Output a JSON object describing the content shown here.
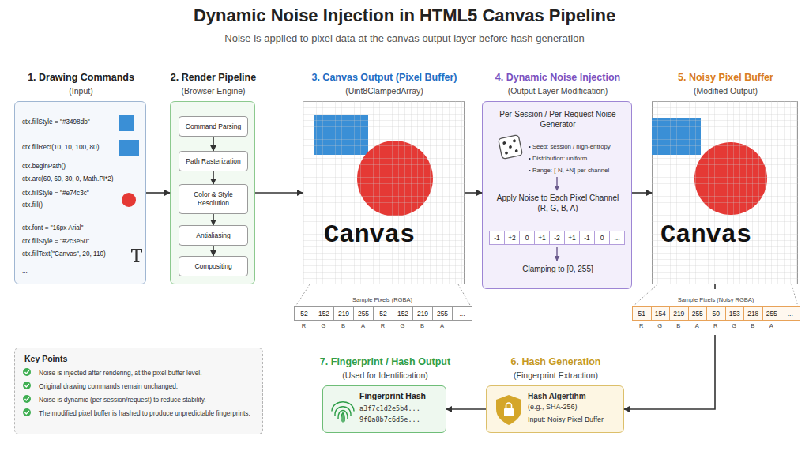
{
  "diagram": {
    "title": "Dynamic Noise Injection in HTML5 Canvas Pipeline",
    "caption": "Noise is applied to pixel data at the canvas output layer before hash generation",
    "nodes": [
      {
        "text": [
          "1. Drawing Commands",
          "(Input)",
          "ctx.fillStyle = \"#3498db\"",
          "ctx.fillRect(10, 10, 100, 80)",
          "ctx.beginPath()",
          "ctx.arc(60, 60, 30, 0, Math.PI*2)",
          "ctx.fillStyle = \"#e74c3c\"",
          "ctx.fill()",
          "ctx.font = \"16px Arial\"",
          "ctx.fillStyle = \"#2c3e50\"",
          "ctx.fillText(\"Canvas\", 20, 110)",
          "..."
        ]
      },
      {
        "text": [
          "2. Render Pipeline",
          "(Browser Engine)"
        ]
      },
      {
        "text": [
          "Command Parsing"
        ],
        "in": 1
      },
      {
        "text": [
          "Path Rasterization"
        ],
        "in": 1
      },
      {
        "text": [
          "Color & Style Resolution"
        ],
        "in": 1
      },
      {
        "text": [
          "Antialiasing"
        ],
        "in": 1
      },
      {
        "text": [
          "Compositing"
        ],
        "in": 1
      },
      {
        "text": [
          "3. Canvas Output (Pixel Buffer)",
          "(Uint8ClampedArray)",
          "Canvas"
        ]
      },
      {
        "text": [
          "4. Dynamic Noise Injection",
          "(Output Layer Modification)",
          "Per-Session / Per-Request Noise Generator",
          "• Seed: session / high-entropy",
          "• Distribution: uniform",
          "• Range: [-N, +N] per channel",
          "Apply Noise to Each Pixel Channel (R, G, B, A)",
          "Clamping to [0, 255]"
        ]
      },
      {
        "text": [
          "5. Noisy Pixel Buffer",
          "(Modified Output)",
          "Canvas"
        ]
      },
      {
        "text": [
          "6. Hash Generation",
          "(Fingerprint Extraction)",
          "Hash Algertihm",
          "(e.g., SHA-256)",
          "Input: Noisy Pixel Buffer"
        ]
      },
      {
        "text": [
          "7. Fingerprint / Hash Output",
          "(Used for Identification)",
          "Fingerprint Hash",
          "a3f7c1d2e5b4... 9f0a8b7c6d5e..."
        ]
      },
      {
        "text": [
          "Key Points",
          "Noise is injected after rendering, at the pixel buffer level.",
          "Original drawing commands remain unchanged.",
          "Noise is dynamic (per session/request) to reduce stability.",
          "The modified pixel buffer is hashed to produce unpredictable fingerprints."
        ]
      }
    ],
    "edges": [
      {
        "from": 0,
        "to": 1,
        "arrow": "to"
      },
      {
        "from": 2,
        "to": 3,
        "arrow": "to"
      },
      {
        "from": 3,
        "to": 4,
        "arrow": "to"
      },
      {
        "from": 4,
        "to": 5,
        "arrow": "to"
      },
      {
        "from": 5,
        "to": 6,
        "arrow": "to"
      },
      {
        "from": 1,
        "to": 7,
        "arrow": "to"
      },
      {
        "from": 7,
        "to": 8,
        "arrow": "to"
      },
      {
        "from": 8,
        "to": 9,
        "arrow": "to"
      },
      {
        "from": 9,
        "to": 10,
        "arrow": "to"
      },
      {
        "from": 10,
        "to": 11,
        "arrow": "to"
      }
    ],
    "labels": [
      "Sample Pixels (RGBA)",
      "52",
      "152",
      "219",
      "255",
      "52",
      "152",
      "219",
      "255",
      "...",
      "R",
      "G",
      "B",
      "A",
      "R",
      "G",
      "B",
      "A",
      "-1",
      "+2",
      "0",
      "+1",
      "-2",
      "+1",
      "-1",
      "0",
      "...",
      "Sample Pixels (Noisy RGBA)",
      "51",
      "154",
      "219",
      "255",
      "50",
      "153",
      "218",
      "255",
      "...",
      "R",
      "G",
      "B",
      "A",
      "R",
      "G",
      "B",
      "A"
    ]
  }
}
